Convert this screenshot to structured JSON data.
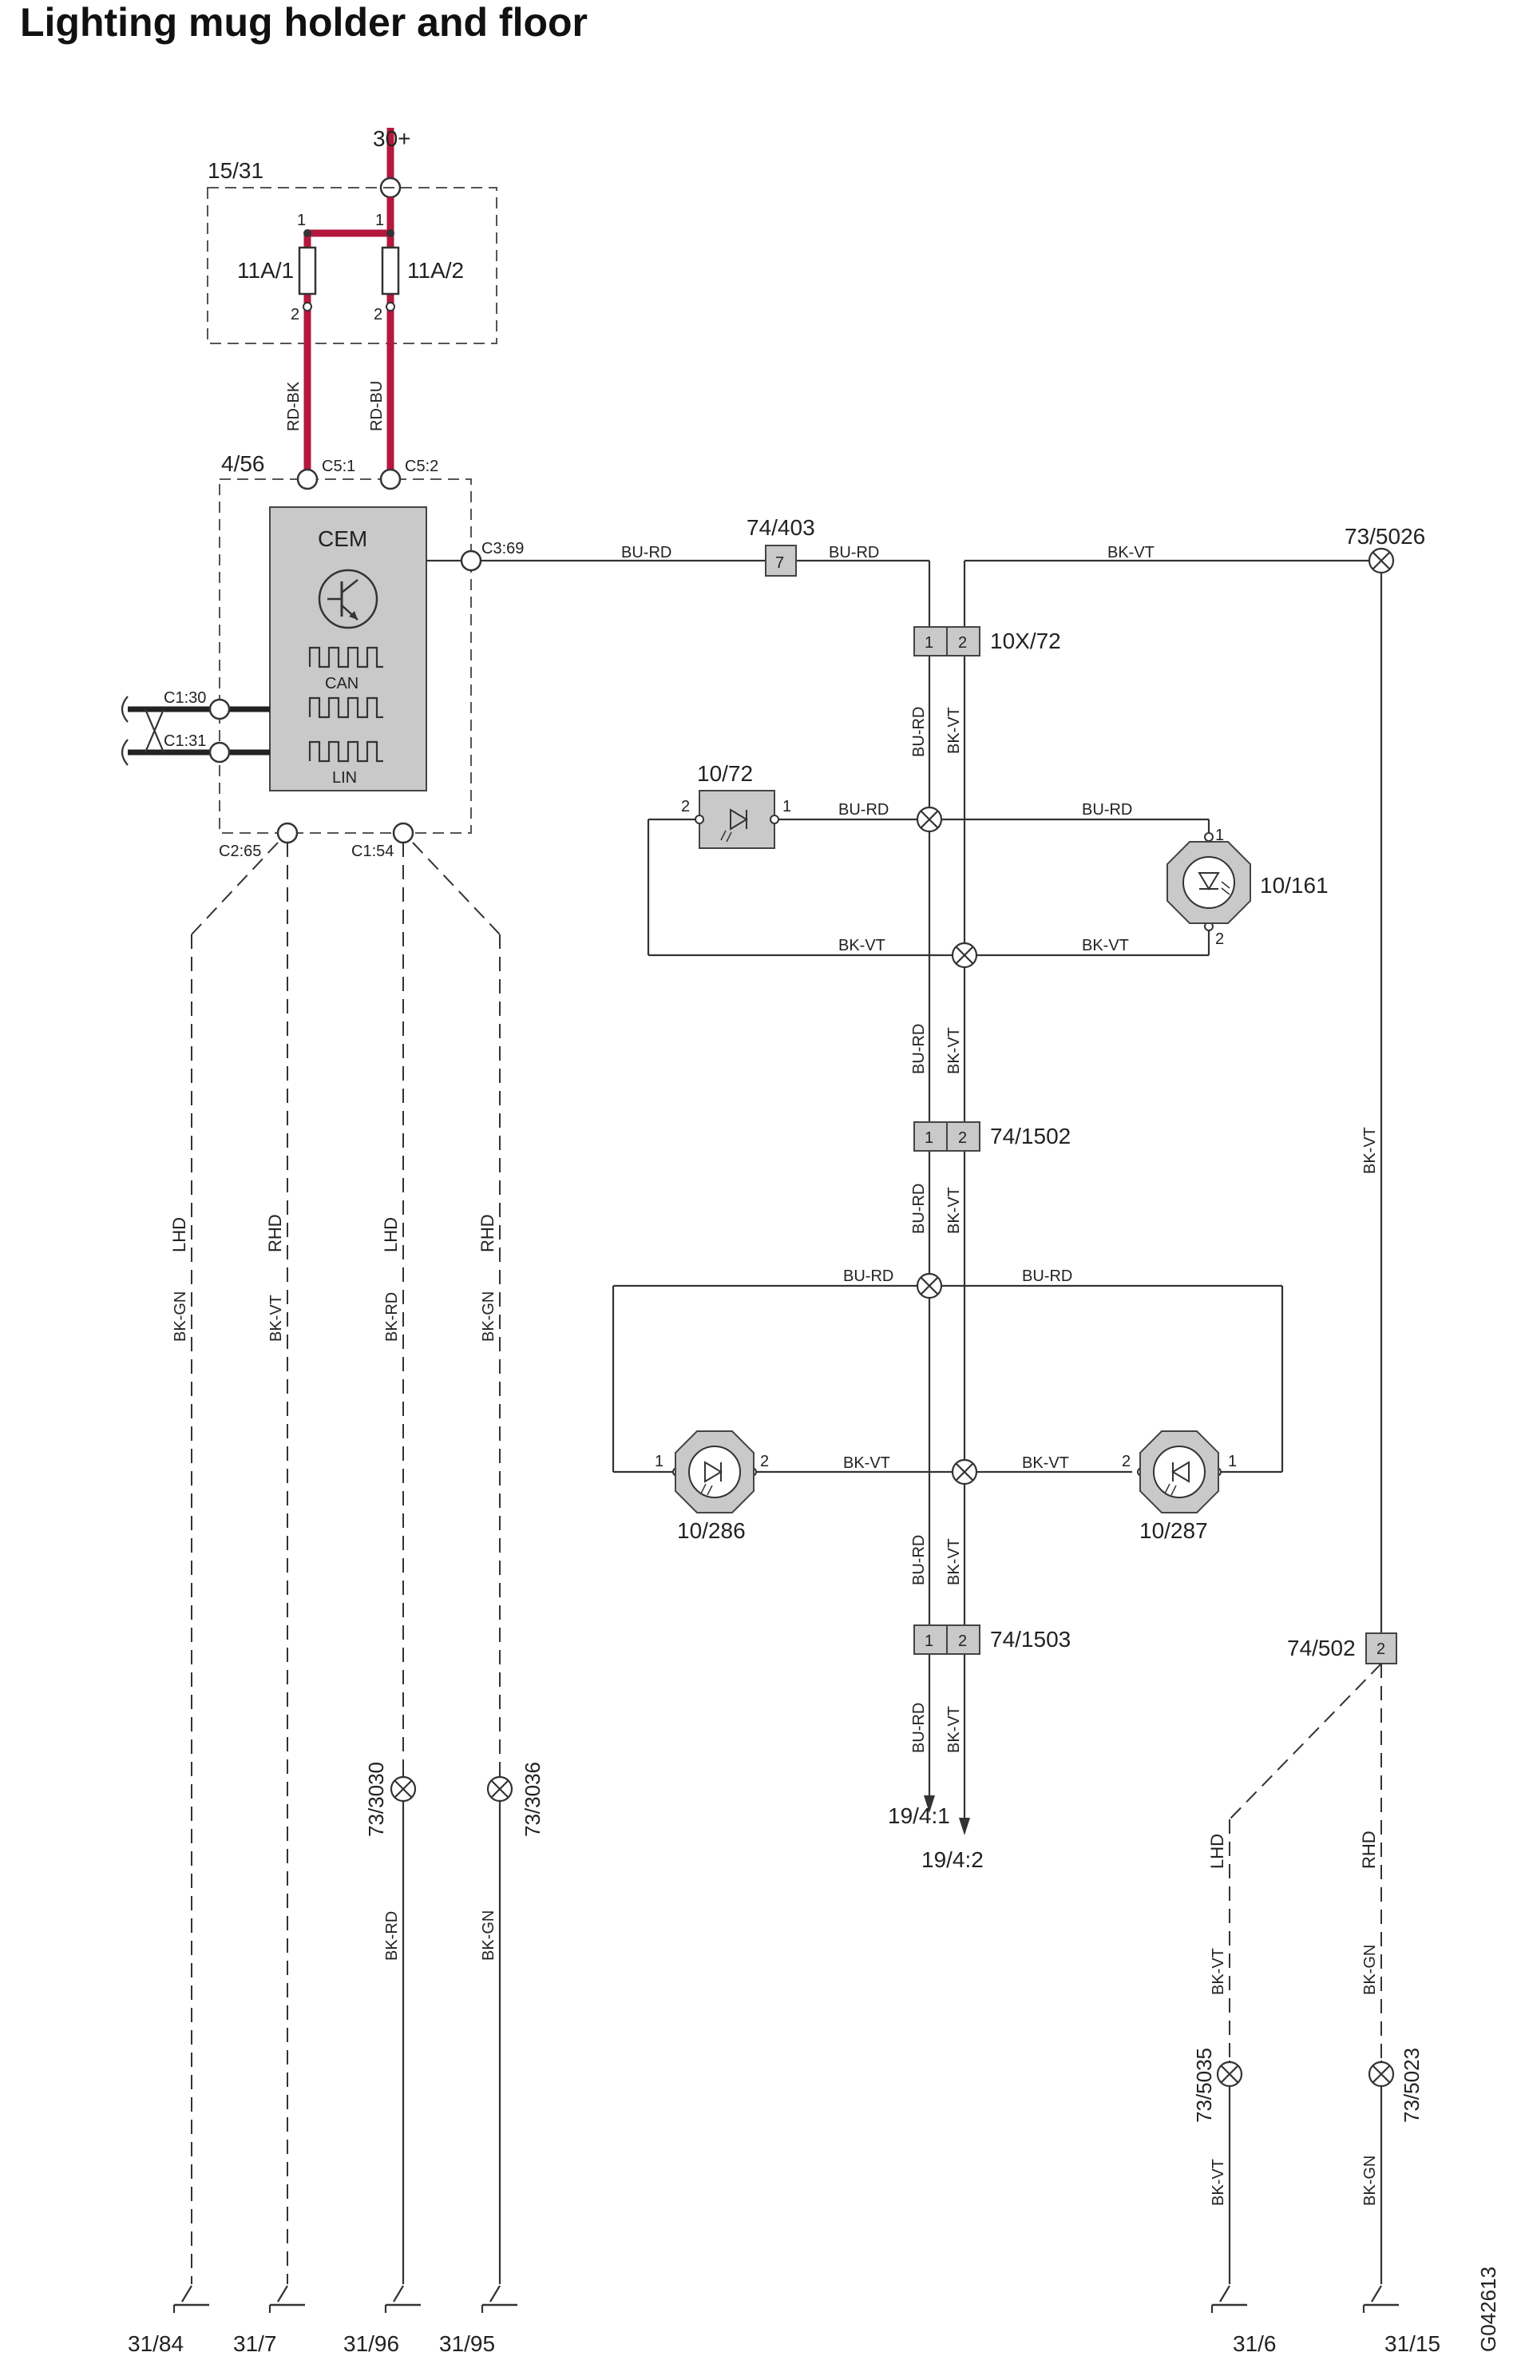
{
  "title": "Lighting mug holder and floor",
  "drawing_id": "G042613",
  "power": {
    "terminal": "30+",
    "fuse_box": "15/31",
    "fuse1": "11A/1",
    "fuse2": "11A/2",
    "wire1": "RD-BK",
    "wire2": "RD-BU",
    "pin1": "1",
    "pin2": "2"
  },
  "cem": {
    "ref": "4/56",
    "label": "CEM",
    "can": "CAN",
    "lin": "LIN",
    "c51": "C5:1",
    "c52": "C5:2",
    "c369": "C3:69",
    "c130": "C1:30",
    "c131": "C1:31",
    "c265": "C2:65",
    "c154": "C1:54"
  },
  "signal": {
    "conn_74403": "74/403",
    "pin7": "7",
    "wire_burd": "BU-RD",
    "wire_bkvt": "BK-VT",
    "splice_735026": "73/5026"
  },
  "connectors": {
    "c10x72": "10X/72",
    "c741502": "74/1502",
    "c741503": "74/1503",
    "c74502": "74/502",
    "p1": "1",
    "p2": "2"
  },
  "lamps": {
    "l1072": "10/72",
    "l10161": "10/161",
    "l10286": "10/286",
    "l10287": "10/287",
    "p1": "1",
    "p2": "2"
  },
  "outputs": {
    "o1": "19/4:1",
    "o2": "19/4:2"
  },
  "left_grounds": {
    "lhd": "LHD",
    "rhd": "RHD",
    "bkgn": "BK-GN",
    "bkvt": "BK-VT",
    "bkrd": "BK-RD",
    "s733030": "73/3030",
    "s733036": "73/3036",
    "g3184": "31/84",
    "g317": "31/7",
    "g3196": "31/96",
    "g3195": "31/95"
  },
  "right_grounds": {
    "lhd": "LHD",
    "rhd": "RHD",
    "bkvt": "BK-VT",
    "bkgn": "BK-GN",
    "s735035": "73/5035",
    "s735023": "73/5023",
    "g316": "31/6",
    "g3115": "31/15"
  }
}
